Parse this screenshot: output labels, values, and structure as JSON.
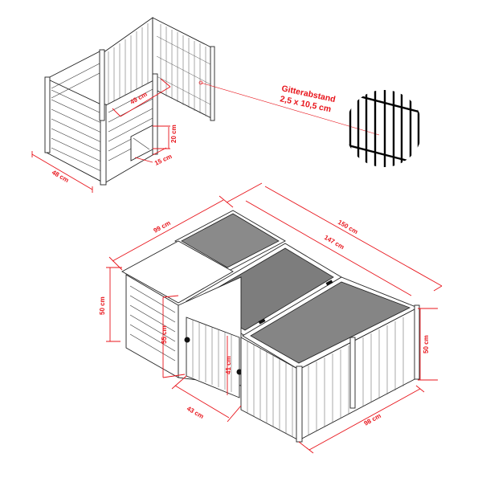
{
  "diagram": {
    "subject": "Rabbit hutch with run – dimension drawing",
    "accent_color": "#e8141b",
    "line_color": "#222222",
    "detail_view": {
      "labels": {
        "width": "48 cm",
        "depth": "49 cm",
        "door_height": "20 cm",
        "door_width": "15 cm"
      }
    },
    "grid_callout": {
      "title": "Gitterabstand",
      "value": "2,5 x 10,5 cm"
    },
    "main_view": {
      "labels": {
        "house_depth": "99 cm",
        "total_length": "150 cm",
        "inner_length": "147 cm",
        "house_height": "50 cm",
        "house_inner_height": "55 cm",
        "door_height": "41 cm",
        "door_width": "43 cm",
        "run_height": "50 cm",
        "run_width": "98 cm"
      }
    }
  }
}
